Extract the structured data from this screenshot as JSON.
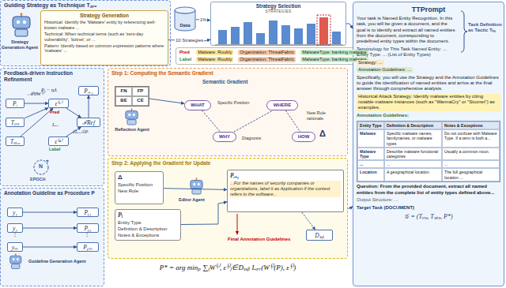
{
  "diagram": {
    "nodes": [
      {
        "text": [
          "Guiding Strategy as Technique Tₛₜᵣₐ"
        ]
      },
      {
        "text": [
          "Strategy Generation",
          "Historical: Identify the 'Malware' entity by referencing well-known malware ...",
          "Technical: When technical terms (such as 'zero-day vulnerability', 'botnet', or ...",
          "Pattern: Identify based on common expression patterns where 'malware' ..."
        ],
        "in": 0
      },
      {
        "text": [
          "Data"
        ]
      },
      {
        "text": [
          "Strategy Selection",
          "STRATEGIES"
        ]
      },
      {
        "text": [
          "Feedback-driven Instruction Refinement"
        ]
      },
      {
        "text": [
          "Pᵢ"
        ],
        "in": 4
      },
      {
        "text": [
          "Tᵢₙₛ"
        ],
        "in": 4
      },
      {
        "text": [
          "Tₛₜᵣₐ"
        ],
        "in": 4
      },
      {
        "text": [
          "ε⁽¹⁾"
        ],
        "in": 4
      },
      {
        "text": [
          "ε⁽⁴⁾"
        ],
        "in": 4
      },
      {
        "text": [
          "ℱRef"
        ],
        "in": 4
      },
      {
        "text": [
          "Pᵢ₊₁"
        ],
        "in": 4
      },
      {
        "text": [
          "Annotation Guideline as Procedure P"
        ]
      },
      {
        "text": [
          "y₁"
        ],
        "in": 12
      },
      {
        "text": [
          "y₂"
        ],
        "in": 12
      },
      {
        "text": [
          "yₘ"
        ],
        "in": 12
      },
      {
        "text": [
          "Pᵧ₁"
        ],
        "in": 12
      },
      {
        "text": [
          "Pᵧ₂"
        ],
        "in": 12
      },
      {
        "text": [
          "Pᵧₘ"
        ],
        "in": 12
      },
      {
        "text": [
          "Pred",
          "Malware: Roubly",
          "Organization: ThreatFabric",
          "MalwareType: banking malware",
          "Label",
          "Malware: Roubly",
          "Organization: ThreatFabric",
          "MalwareType: banking malware"
        ]
      },
      {
        "text": [
          "Step 1: Computing the Semantic Gradient"
        ]
      },
      {
        "text": [
          "FN",
          "FP",
          "BE",
          "CE"
        ],
        "in": 20
      },
      {
        "text": [
          "WHAT"
        ],
        "in": 20
      },
      {
        "text": [
          "WHERE"
        ],
        "in": 20
      },
      {
        "text": [
          "WHY"
        ],
        "in": 20
      },
      {
        "text": [
          "HOW"
        ],
        "in": 20
      },
      {
        "text": [
          "Step 2: Applying the Gradient for Update"
        ]
      },
      {
        "text": [
          "Δ",
          "Specific Position",
          "New Rule"
        ],
        "in": 26
      },
      {
        "text": [
          "Pᵢ",
          "Entity Type",
          "Definition & Description",
          "Notes & Exceptions"
        ],
        "in": 26
      },
      {
        "text": [
          "Pᵢ₊₁",
          "...For the names of security companies or organizations, label it as Application if the context refers to the software..."
        ],
        "in": 26
      },
      {
        "text": [
          "Dₛᵤᵦ"
        ],
        "in": 26
      },
      {
        "text": [
          "TTPrompt",
          "Your task is Named Entity Recognition. In this task, you will be given a document, and the goal is to identify and extract all named entities from the document, corresponding to predefined entity types within the document.",
          "Terminology for This Task Named Entity: ... Entity Type: ... (List of Entity Types)",
          "Strategy: ...",
          "Annotation Guidelines: ...",
          "Specifically, you will use the Strategy and the Annotation Guidelines to guide the identification of named entities and arrive at the final answer through comprehensive analysis.",
          "Historical Attack Strategy: Identify malware entities by citing notable malware instances (such as \"WannaCry\" or \"Stuxnet\") as examples.",
          "Annotation Guidelines:",
          "Question: From the provided document, extract all named entities from the complete list of entity types defined above...",
          "Output Structure: ...",
          "Target Task (DOCUMENT)",
          "𝒢 = (Tᵢₙₛ, Tₛₜᵣₐ, P*)"
        ]
      },
      {
        "text": [
          "Entity Type",
          "Definition & Description",
          "Notes & Exceptions",
          "Malware",
          "Specific malware names, familynames, or malware types",
          "Do not confuse with Malware Type. If a term is both a...",
          "Malware Type",
          "Describe malware functional categories",
          "Usually a common noun.",
          "...",
          "...",
          "...",
          "Location",
          "A geographical location.",
          "The full geographical location ..."
        ],
        "in": 31
      }
    ],
    "edges": [
      {
        "from": 2,
        "to": 3,
        "label": "1%",
        "arrow": "to"
      },
      {
        "from": 1,
        "to": 3,
        "label": "10 Strategies",
        "arrow": "to"
      },
      {
        "from": 3,
        "to": 31,
        "arrow": "to"
      },
      {
        "from": 5,
        "to": 8,
        "arrow": "to"
      },
      {
        "from": 6,
        "to": 8,
        "arrow": "to"
      },
      {
        "from": 7,
        "to": 8,
        "arrow": "to"
      },
      {
        "from": 8,
        "to": 10,
        "arrow": "to"
      },
      {
        "from": 9,
        "to": 10,
        "arrow": "to"
      },
      {
        "from": 10,
        "to": 11,
        "arrow": "to"
      },
      {
        "from": 13,
        "to": 16,
        "arrow": "to"
      },
      {
        "from": 14,
        "to": 17,
        "arrow": "to"
      },
      {
        "from": 15,
        "to": 18,
        "arrow": "to"
      },
      {
        "from": 21,
        "to": 22,
        "arrow": "to"
      },
      {
        "from": 22,
        "to": 24,
        "arrow": "none"
      },
      {
        "from": 24,
        "to": 23,
        "arrow": "none"
      },
      {
        "from": 23,
        "to": 25,
        "arrow": "none"
      },
      {
        "from": 27,
        "to": 29,
        "arrow": "to"
      },
      {
        "from": 28,
        "to": 29,
        "arrow": "to"
      },
      {
        "from": 29,
        "to": 30,
        "arrow": "to"
      },
      {
        "from": 26,
        "to": 31,
        "arrow": "to"
      }
    ],
    "labels": [
      "Strategy Generation Agent",
      "ℳθ",
      "W⁽ʲ⁾",
      "Pred",
      "Label",
      "Lₑᵣᵣ",
      "∂Lₑᵣᵣ/∂Pᵢ",
      "Pᵢ − ηΔ",
      "N",
      "EPOCH",
      "⋮",
      "⋮",
      "Guideline Generation Agent",
      "Reflection Agent",
      "Semantic Gradient",
      "Specific Position",
      "Diagnosis",
      "New Rule rationale",
      "Δ",
      "Editor Agent",
      "Final Annotation Guidelines",
      "P* = arg minₚ ∑₍W⁽ʲ⁾, ε⁽ʲ⁾₎∈Dₛᵤᵦ Lₑᵣᵣ(W⁽ʲ⁾(P), ε⁽ʲ⁾)",
      "Task Definition as Tactic Tᵢₙₛ"
    ]
  }
}
